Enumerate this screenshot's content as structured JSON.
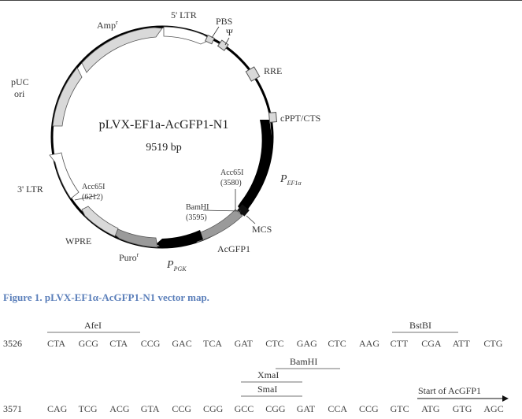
{
  "map": {
    "name": "pLVX-EF1a-AcGFP1-N1",
    "size": "9519 bp",
    "features": {
      "ltr5": "5' LTR",
      "pbs": "PBS",
      "psi": "Ψ",
      "rre": "RRE",
      "cppt": "cPPT/CTS",
      "pef1a_main": "P",
      "pef1a_sub": "EF1α",
      "acc65i_a": "Acc65I",
      "acc65i_a_pos": "(3580)",
      "bamhi": "BamHI",
      "bamhi_pos": "(3595)",
      "mcs": "MCS",
      "acgfp1": "AcGFP1",
      "ppgk_main": "P",
      "ppgk_sub": "PGK",
      "puro_main": "Puro",
      "puro_sup": "r",
      "wpre": "WPRE",
      "ltr3": "3' LTR",
      "acc65i_b": "Acc65I",
      "acc65i_b_pos": "(6212)",
      "puc1": "pUC",
      "puc2": "ori",
      "amp_main": "Amp",
      "amp_sup": "r"
    },
    "colors": {
      "promoter": "#000000",
      "gene": "#9a9a9a",
      "element": "#d9d9d9",
      "ltr": "#ffffff"
    }
  },
  "caption": "Figure 1. pLVX-EF1α-AcGFP1-N1 vector map.",
  "sequence": {
    "row1": {
      "num": "3526",
      "codons": [
        "CTA",
        "GCG",
        "CTA",
        "CCG",
        "GAC",
        "TCA",
        "GAT",
        "CTC",
        "GAG",
        "CTC",
        "AAG",
        "CTT",
        "CGA",
        "ATT",
        "CTG"
      ],
      "site1": "AfeI",
      "site2": "BstBI"
    },
    "row2": {
      "num": "3571",
      "codons": [
        "CAG",
        "TCG",
        "ACG",
        "GTA",
        "CCG",
        "CGG",
        "GCC",
        "CGG",
        "GAT",
        "CCA",
        "CCG",
        "GTC",
        "ATG",
        "GTG",
        "AGC"
      ],
      "site1": "BamHI",
      "site2": "XmaI",
      "site3": "SmaI",
      "start": "Start of AcGFP1"
    }
  }
}
